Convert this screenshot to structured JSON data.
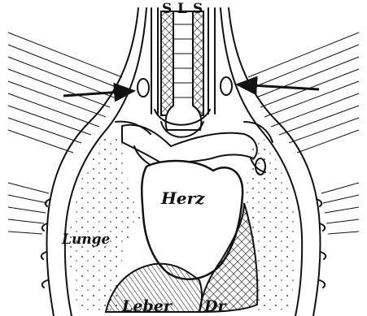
{
  "labels": {
    "top_left": "S",
    "top_center": "L",
    "top_right": "S",
    "heart": "Herz",
    "lung": "Lunge",
    "liver": "Leber",
    "gland": "Dr"
  },
  "colors": {
    "ink": "#111111",
    "paper": "#ffffff"
  }
}
